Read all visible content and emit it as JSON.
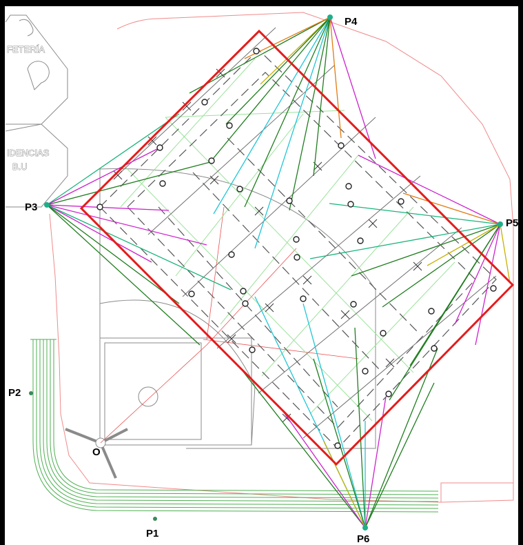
{
  "labels": {
    "cafeteria": "FETERÍA",
    "residencias_1": "IDENCIAS",
    "residencias_2": "B.U",
    "origin": "O"
  },
  "poles": [
    {
      "id": "P1",
      "label": "P1"
    },
    {
      "id": "P2",
      "label": "P2"
    },
    {
      "id": "P3",
      "label": "P3"
    },
    {
      "id": "P4",
      "label": "P4"
    },
    {
      "id": "P5",
      "label": "P5"
    },
    {
      "id": "P6",
      "label": "P6"
    }
  ],
  "colors": {
    "field_outline": "#e41c1c",
    "boundary": "#f08a8a",
    "track": "#4caf50",
    "grid_green": "#9be29b",
    "beams": [
      "#1e7d1e",
      "#cc22cc",
      "#1fc6d6",
      "#18b47a",
      "#e07a10",
      "#c8b000"
    ]
  }
}
